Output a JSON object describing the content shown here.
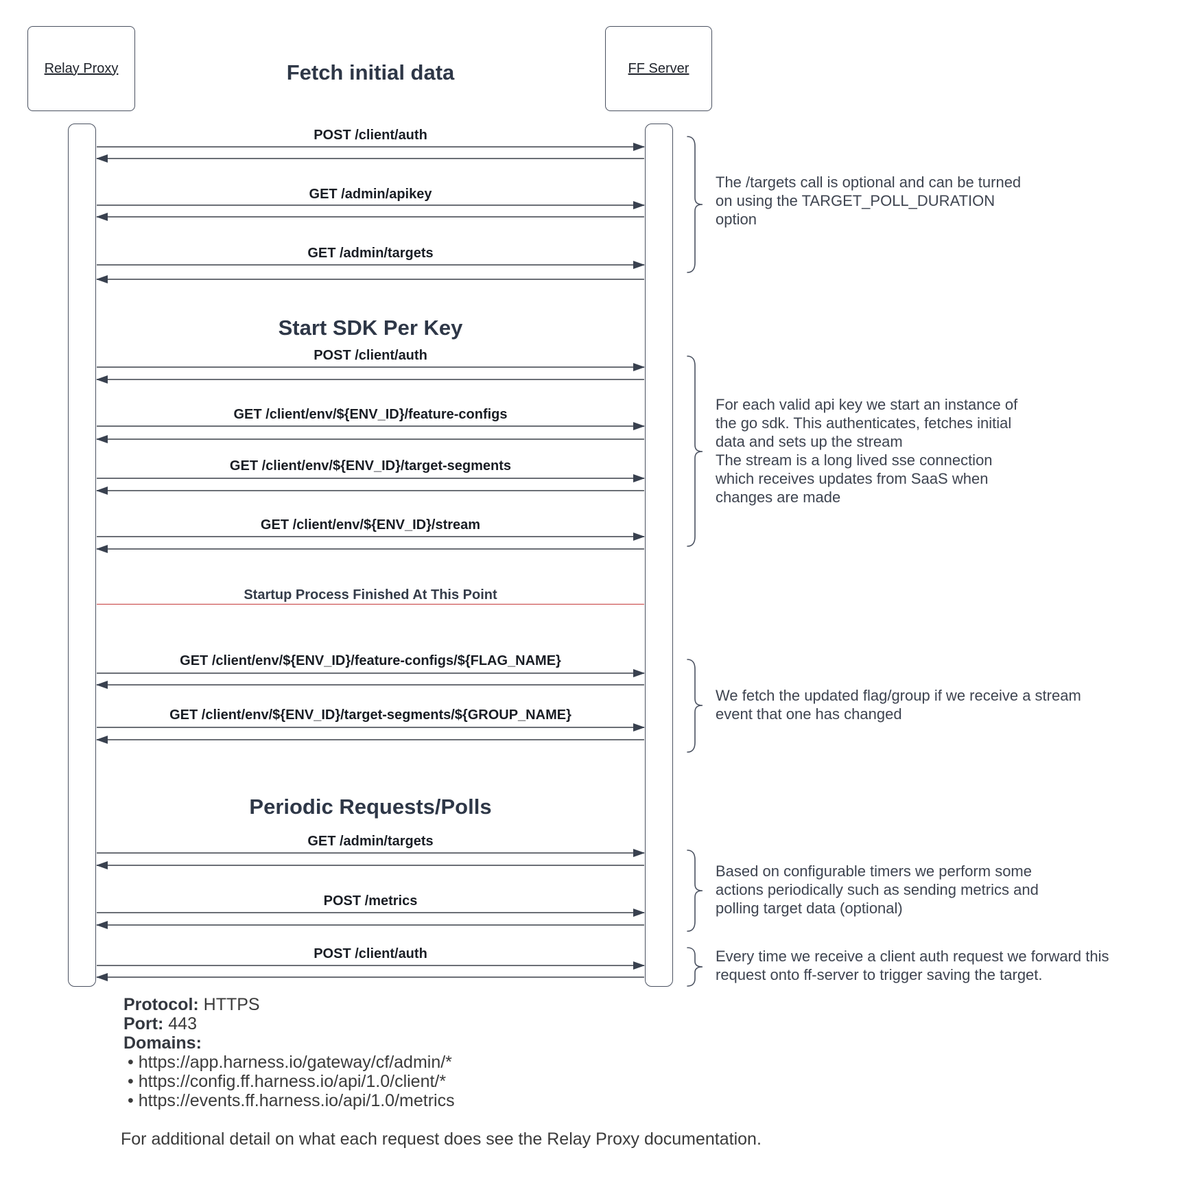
{
  "actors": {
    "left": "Relay Proxy",
    "right": "FF Server"
  },
  "title": "Fetch initial data",
  "sections": {
    "sdk": "Start SDK Per Key",
    "periodic": "Periodic Requests/Polls"
  },
  "separator": {
    "label": "Startup Process Finished At This Point",
    "color": "#c43a3a"
  },
  "messages": [
    "POST /client/auth",
    "GET /admin/apikey",
    "GET /admin/targets",
    "POST /client/auth",
    "GET /client/env/${ENV_ID}/feature-configs",
    "GET /client/env/${ENV_ID}/target-segments",
    "GET /client/env/${ENV_ID}/stream",
    "GET /client/env/${ENV_ID}/feature-configs/${FLAG_NAME}",
    "GET /client/env/${ENV_ID}/target-segments/${GROUP_NAME}",
    "GET /admin/targets",
    "POST /metrics",
    "POST /client/auth"
  ],
  "annotations": [
    "The /targets call is optional and can be turned\non using the TARGET_POLL_DURATION\noption",
    "For each valid api key we start an instance of\nthe go sdk. This authenticates, fetches initial\ndata and sets up the stream\nThe stream is a long lived sse connection\nwhich receives updates from SaaS when\nchanges are made",
    "We fetch the updated flag/group if we receive a stream\nevent that one has changed",
    "Based on configurable timers we perform some\nactions periodically such as sending metrics and\npolling target data (optional)",
    "Every time we receive a client auth request we forward this\nrequest onto ff-server to trigger saving the target."
  ],
  "footer": {
    "protocol_label": "Protocol:",
    "protocol_value": " HTTPS",
    "port_label": "Port:",
    "port_value": " 443",
    "domains_label": "Domains:",
    "domains": [
      "• https://app.harness.io/gateway/cf/admin/*",
      "• https://config.ff.harness.io/api/1.0/client/*",
      "• https://events.ff.harness.io/api/1.0/metrics"
    ],
    "note": "For additional detail on what each request does see the Relay Proxy documentation."
  },
  "colors": {
    "separator_red": "#c43a3a",
    "arrow_line_gray": "#6b6f76",
    "arrowhead_slate": "#39414f",
    "border_slate": "#4a5160",
    "heading_slate": "#2e3747",
    "annotation_slate": "#3e4450"
  }
}
